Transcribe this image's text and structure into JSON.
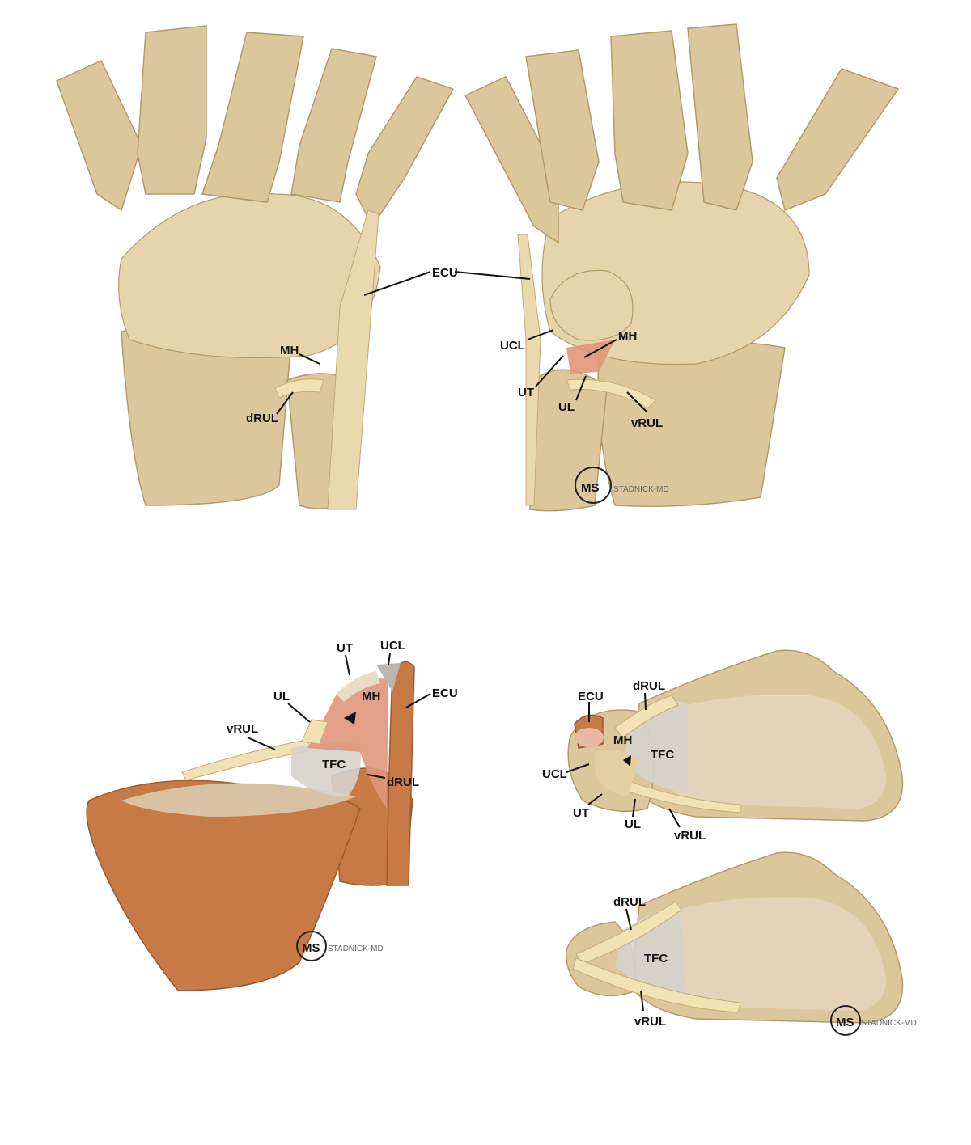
{
  "panels": {
    "dorsal_wrist": {
      "labels": {
        "ecu": "ECU",
        "mh": "MH",
        "drul": "dRUL"
      }
    },
    "volar_wrist": {
      "labels": {
        "ucl": "UCL",
        "mh": "MH",
        "ut": "UT",
        "ul": "UL",
        "vrul": "vRUL"
      }
    },
    "oblique_tfcc": {
      "labels": {
        "ut": "UT",
        "ucl": "UCL",
        "mh": "MH",
        "ecu": "ECU",
        "ul": "UL",
        "vrul": "vRUL",
        "tfc": "TFC",
        "drul": "dRUL"
      }
    },
    "axial_tfcc_full": {
      "labels": {
        "ecu": "ECU",
        "drul": "dRUL",
        "mh": "MH",
        "tfc": "TFC",
        "ucl": "UCL",
        "ut": "UT",
        "ul": "UL",
        "vrul": "vRUL"
      }
    },
    "axial_tfcc_ligaments": {
      "labels": {
        "drul": "dRUL",
        "tfc": "TFC",
        "vrul": "vRUL"
      }
    }
  },
  "watermark": "STADNICK-MD",
  "colors": {
    "bone": "#dcc79d",
    "radius_oblique": "#c77a45",
    "meniscus_homologue": "#e0957a",
    "tfc": "#d6d2cc"
  },
  "icons": [
    "arrowhead-pointer-icon",
    "ms-logo-icon"
  ]
}
